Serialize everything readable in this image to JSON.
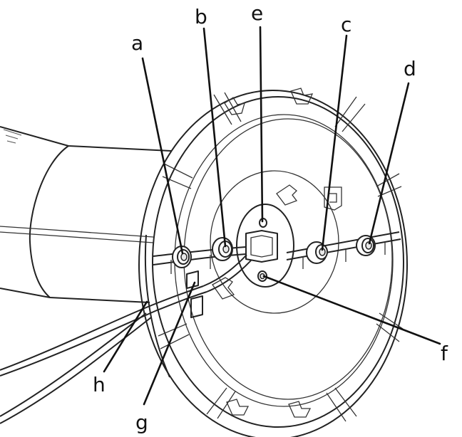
{
  "labels": {
    "a": "a",
    "b": "b",
    "c": "c",
    "d": "d",
    "e": "e",
    "f": "f",
    "g": "g",
    "h": "h"
  },
  "colors": {
    "line": "#111111",
    "background": "#ffffff"
  }
}
